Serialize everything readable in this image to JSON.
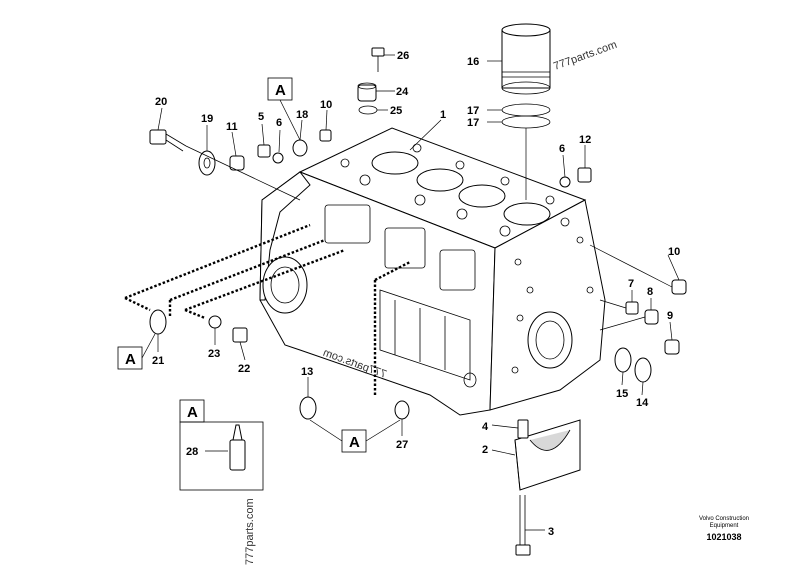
{
  "diagram": {
    "part_numbers": [
      "1",
      "2",
      "3",
      "4",
      "5",
      "6",
      "6",
      "7",
      "8",
      "9",
      "10",
      "10",
      "11",
      "12",
      "13",
      "14",
      "15",
      "16",
      "17",
      "17",
      "18",
      "19",
      "20",
      "21",
      "22",
      "23",
      "24",
      "25",
      "26",
      "27",
      "28"
    ],
    "callout_letter": "A",
    "watermark": "777parts.com",
    "credit_line1": "Volvo Construction",
    "credit_line2": "Equipment",
    "document_id": "1021038"
  }
}
